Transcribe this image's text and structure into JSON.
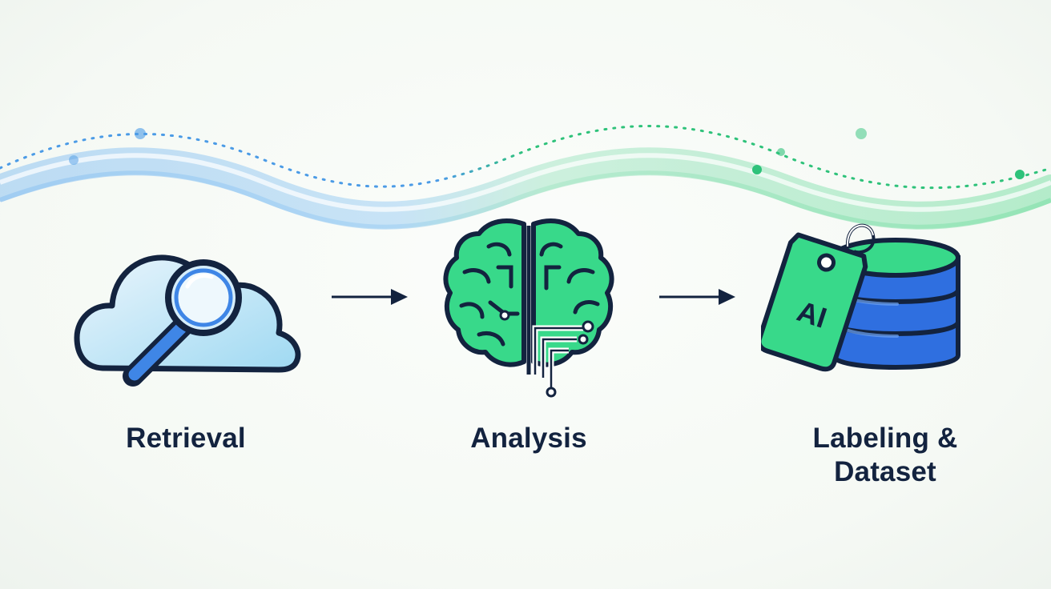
{
  "steps": [
    {
      "id": "retrieval",
      "label": "Retrieval",
      "icon": "cloud-search-icon"
    },
    {
      "id": "analysis",
      "label": "Analysis",
      "icon": "brain-circuit-icon"
    },
    {
      "id": "dataset",
      "label_line1": "Labeling &",
      "label_line2": "Dataset",
      "icon": "tag-database-icon",
      "tag_text": "AI"
    }
  ],
  "colors": {
    "blue": "#3f86e6",
    "light_blue": "#bfe3f7",
    "green": "#35d788",
    "navy": "#13233f",
    "db_blue": "#2f6fe0"
  }
}
